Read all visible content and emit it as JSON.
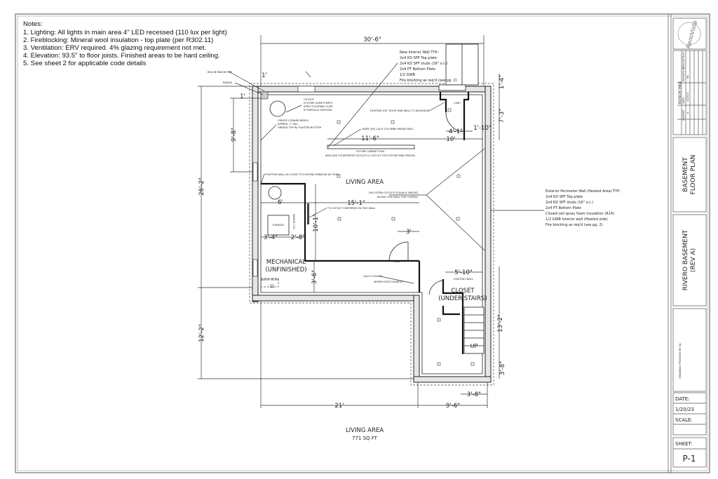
{
  "notes": {
    "title": "Notes:",
    "items": [
      "1. Lighting: All lights in main area 4\" LED recessed (110 lux per light)",
      "2. Fireblocking: Mineral wool insulation - top plate (per R302.11)",
      "3. Ventilation: ERV required. 4% glazing requirement not met.",
      "4. Elevation: 93.5\" to floor joists. Finished areas to be hard ceiling.",
      "5. See sheet 2 for applicable code details"
    ]
  },
  "callouts": {
    "interior_wall": [
      "New Interior Wall TYP.:",
      "2x4 KD SPF Top plate",
      "2x4 KD SPF studs (16\" o.c.)",
      "2x4 PT Bottom Plate",
      "1/2 GWB",
      "Fire blocking as req'd (see pg. 2)"
    ],
    "exterior_wall": [
      "Exterior Perimeter Wall (Heated Area) TYP.:",
      "2x4 KD SPF Top plate",
      "2x4 KD SPF studs (16\" o.c.)",
      "2x4 PT Bottom Plate",
      "Closed cell spray foam insulation (R14)",
      "1/2 GWB Interior wall (Heated side)",
      "Fire blocking as req'd (see pg. 2)"
    ],
    "radon_pipe": "BOX-IN RADON PIPE",
    "radon": "RADON",
    "cutout": [
      "CUTOUT",
      "(FUTURE SUMP PUMP?)",
      "APPLY FLOORING OVER",
      "IF PARTIALLY EXPOSED"
    ],
    "bench": [
      "CREATE CORNER BENCH",
      "APPROX. 2' TALL",
      "HINGED TOP W/ PLASTER BOTTOM"
    ],
    "ext_door": "EXISTING EXT. DOOR AND WALL TO BULKHEAD",
    "lally_bury": "BURY (3X) LALLY COLUMNS INSIDE WALL",
    "cabinet": [
      "FUTURE CABINET RUN",
      "(INCLUDE COUNTERTOP OUTLETS & OUTLET FOR FUTURE MINI FRIDGE)"
    ],
    "position_wall": "POSITION WALL AS CLOSE TO EXISTING WINDOW AS POSS.",
    "outlets": [
      "(3X) EXTRA OUTLETS EQUALLY SPACED",
      "ALONG THIS WALL FOR 3 DESKS"
    ],
    "tv_outlet": "TV OUTLET CENTERED ON THIS WALL",
    "furnace": "FURNACE",
    "smoke": "SMOKE / CO",
    "water_meter": "WATER METER",
    "lally_column": "LALLY COLUMN",
    "sewer": "SEWER EXIT/CLEANOUT",
    "existing_wall": "EXISTING WALL",
    "door_tag": "2560",
    "up": "UP"
  },
  "rooms": {
    "living": "LIVING AREA",
    "mechanical": [
      "MECHANICAL",
      "(UNFINISHED)"
    ],
    "closet": [
      "CLOSET",
      "(UNDER STAIRS)"
    ]
  },
  "dimensions": {
    "top": "30'-6\"",
    "left_total": "26'-2\"",
    "left_lower": "12'-2\"",
    "left_upper": "9'-8\"",
    "radon_w": "1'",
    "radon_h": "1'",
    "cab": "11'-6\"",
    "cab_right": "10'",
    "door_off": "4'-1\"",
    "door_w": "1'-10\"",
    "r_top": "1'-4\"",
    "r_upper": "7'-3\"",
    "mech_w": "6'",
    "living_w": "15'-1\"",
    "wall_h": "10'-1\"",
    "furn_l": "3'-4\"",
    "furn_r": "2'-8\"",
    "door3": "3'",
    "mech_low": "3'-6\"",
    "closet_w": "5'-10\"",
    "r_lower": "13'-2\"",
    "r_small": "3'-8\"",
    "bottom_l": "21'",
    "bottom_r": "9'-6\"",
    "bottom_small": "3'-8\""
  },
  "area_label": {
    "title": "LIVING AREA",
    "area": "771 SQ FT"
  },
  "title_block": {
    "logo": "RenoVista",
    "revision": {
      "title": "REVISION TABLE",
      "headers": [
        "NUMBER",
        "DATE",
        "REVISED BY",
        "DESCRIPTION"
      ],
      "row": [
        "A",
        "1/20/23",
        "RA"
      ]
    },
    "sheet_title": [
      "BASEMENT",
      "FLOOR PLAN"
    ],
    "project": [
      "RIVERO BASEMENT",
      "(REV A)"
    ],
    "drawn_by": "DRAWINGS PROVIDED BY:  RA",
    "date_label": "DATE:",
    "date": "1/20/23",
    "scale_label": "SCALE:",
    "scale": "",
    "sheet_label": "SHEET:",
    "sheet": "P-1"
  }
}
